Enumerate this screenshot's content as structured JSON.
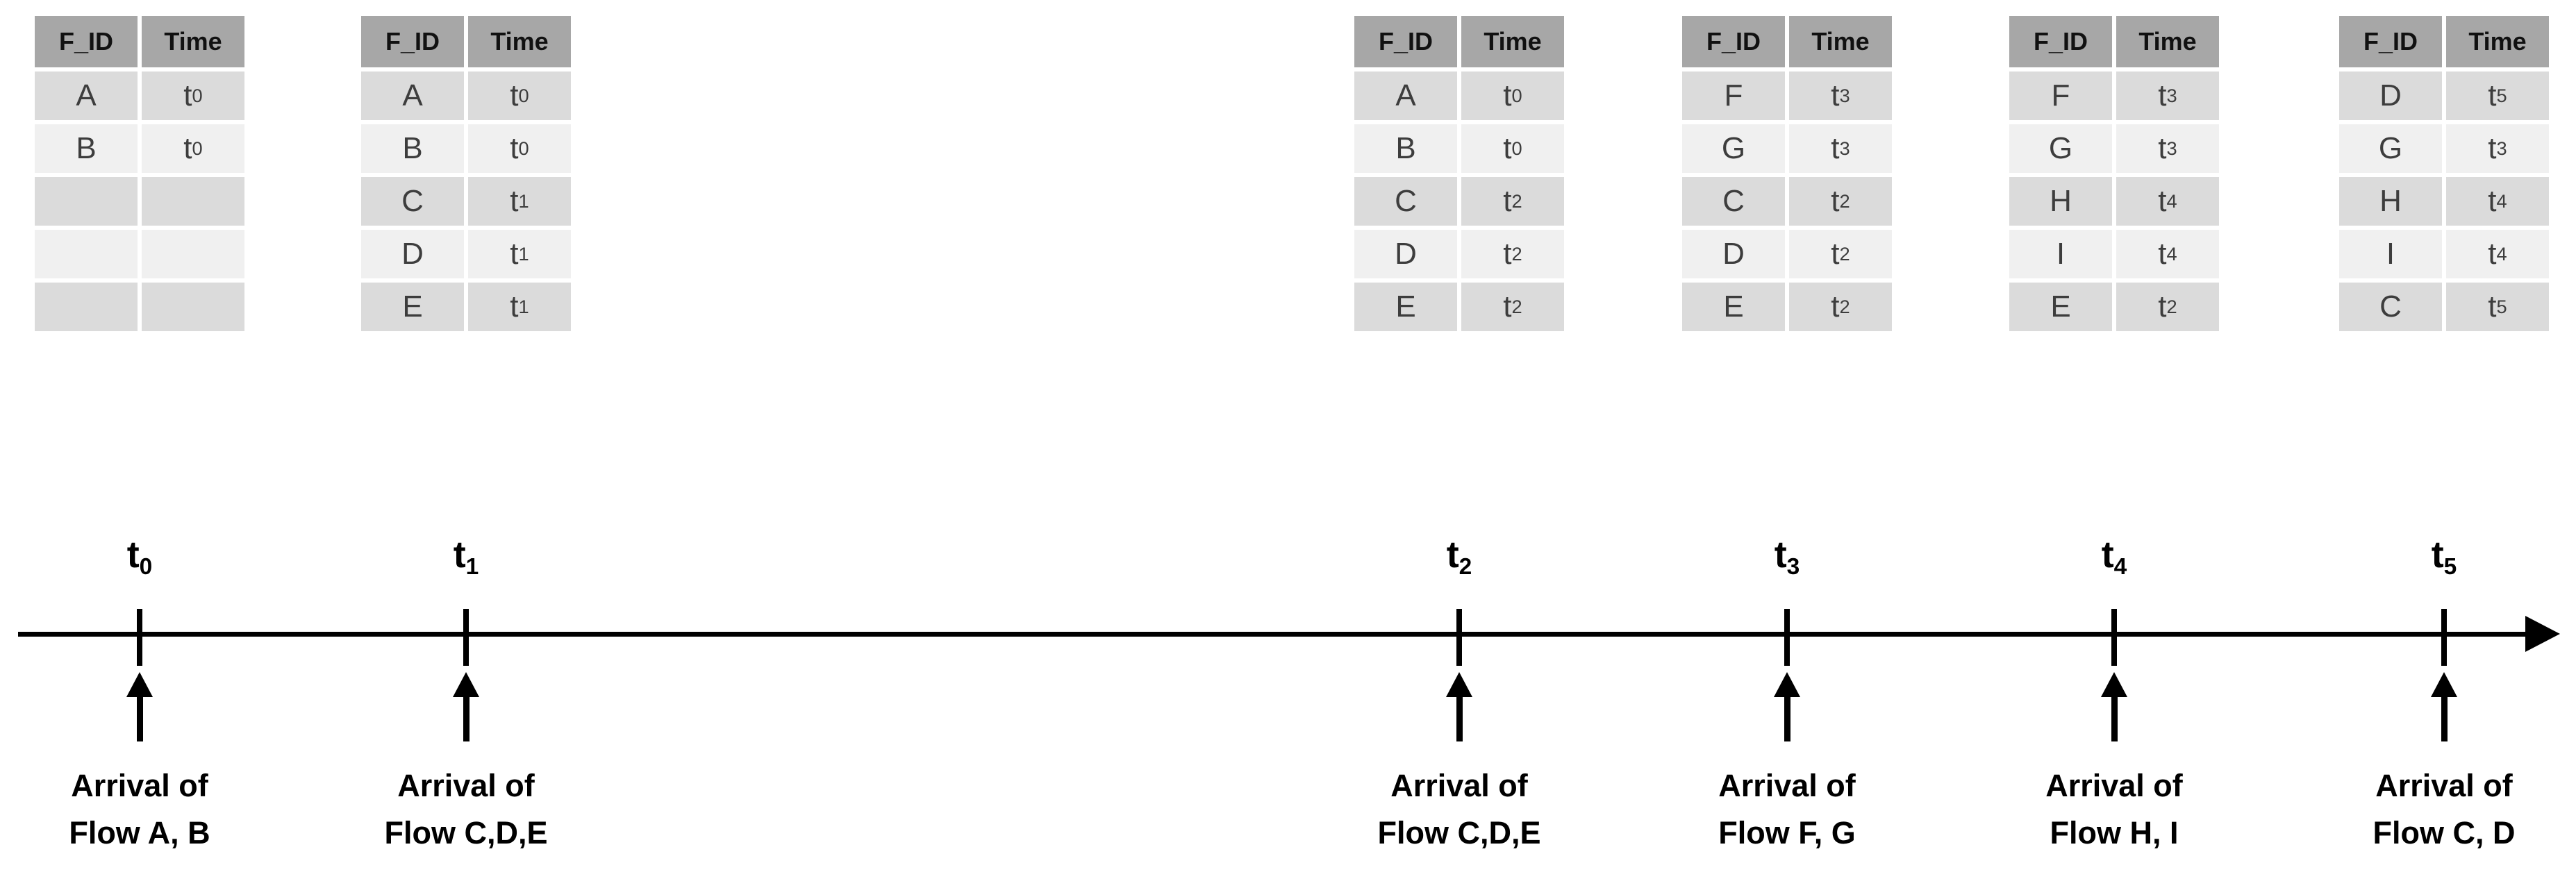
{
  "columns": {
    "f_id": "F_ID",
    "time": "Time"
  },
  "tables": [
    {
      "rows": [
        {
          "f": "A",
          "t": "t",
          "ts": "0"
        },
        {
          "f": "B",
          "t": "t",
          "ts": "0"
        },
        {
          "f": "",
          "t": "",
          "ts": ""
        },
        {
          "f": "",
          "t": "",
          "ts": ""
        },
        {
          "f": "",
          "t": "",
          "ts": ""
        }
      ]
    },
    {
      "rows": [
        {
          "f": "A",
          "t": "t",
          "ts": "0"
        },
        {
          "f": "B",
          "t": "t",
          "ts": "0"
        },
        {
          "f": "C",
          "t": "t",
          "ts": "1"
        },
        {
          "f": "D",
          "t": "t",
          "ts": "1"
        },
        {
          "f": "E",
          "t": "t",
          "ts": "1"
        }
      ]
    },
    {
      "rows": [
        {
          "f": "A",
          "t": "t",
          "ts": "0"
        },
        {
          "f": "B",
          "t": "t",
          "ts": "0"
        },
        {
          "f": "C",
          "t": "t",
          "ts": "2"
        },
        {
          "f": "D",
          "t": "t",
          "ts": "2"
        },
        {
          "f": "E",
          "t": "t",
          "ts": "2"
        }
      ]
    },
    {
      "rows": [
        {
          "f": "F",
          "t": "t",
          "ts": "3"
        },
        {
          "f": "G",
          "t": "t",
          "ts": "3"
        },
        {
          "f": "C",
          "t": "t",
          "ts": "2"
        },
        {
          "f": "D",
          "t": "t",
          "ts": "2"
        },
        {
          "f": "E",
          "t": "t",
          "ts": "2"
        }
      ]
    },
    {
      "rows": [
        {
          "f": "F",
          "t": "t",
          "ts": "3"
        },
        {
          "f": "G",
          "t": "t",
          "ts": "3"
        },
        {
          "f": "H",
          "t": "t",
          "ts": "4"
        },
        {
          "f": "I",
          "t": "t",
          "ts": "4"
        },
        {
          "f": "E",
          "t": "t",
          "ts": "2"
        }
      ]
    },
    {
      "rows": [
        {
          "f": "D",
          "t": "t",
          "ts": "5"
        },
        {
          "f": "G",
          "t": "t",
          "ts": "3"
        },
        {
          "f": "H",
          "t": "t",
          "ts": "4"
        },
        {
          "f": "I",
          "t": "t",
          "ts": "4"
        },
        {
          "f": "C",
          "t": "t",
          "ts": "5"
        }
      ]
    }
  ],
  "timeline": {
    "events": [
      {
        "label_base": "t",
        "label_sub": "0",
        "arrival_line1": "Arrival of",
        "arrival_line2": "Flow A, B"
      },
      {
        "label_base": "t",
        "label_sub": "1",
        "arrival_line1": "Arrival of",
        "arrival_line2": "Flow C,D,E"
      },
      {
        "label_base": "t",
        "label_sub": "2",
        "arrival_line1": "Arrival of",
        "arrival_line2": "Flow C,D,E"
      },
      {
        "label_base": "t",
        "label_sub": "3",
        "arrival_line1": "Arrival of",
        "arrival_line2": "Flow F, G"
      },
      {
        "label_base": "t",
        "label_sub": "4",
        "arrival_line1": "Arrival of",
        "arrival_line2": "Flow H, I"
      },
      {
        "label_base": "t",
        "label_sub": "5",
        "arrival_line1": "Arrival of",
        "arrival_line2": "Flow C, D"
      }
    ]
  },
  "colors": {
    "background": "#ffffff",
    "header_bg": "#a7a7a7",
    "header_text": "#111111",
    "row_dark": "#dbdbdb",
    "row_light": "#f0f0f0",
    "cell_text": "#3d3d3d",
    "ink": "#000000"
  }
}
